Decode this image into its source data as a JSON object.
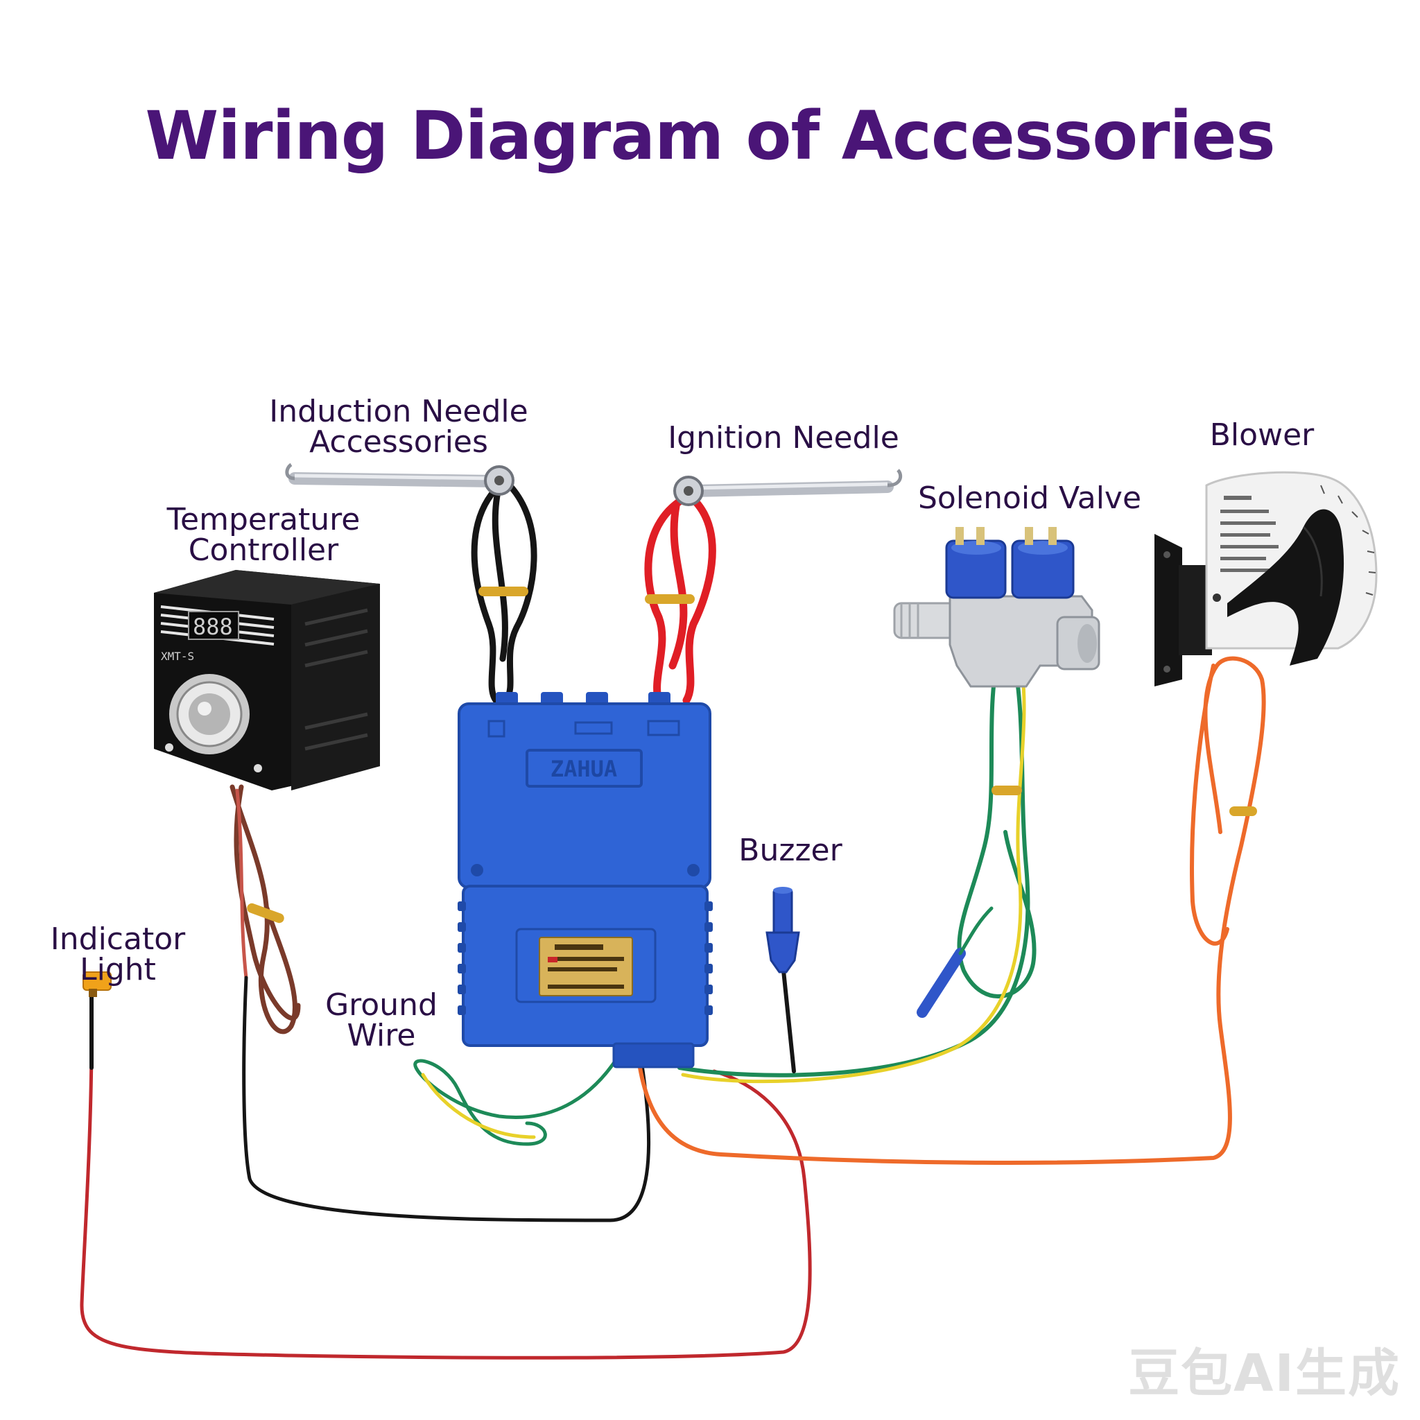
{
  "title": "Wiring Diagram of Accessories",
  "labels": {
    "induction_needle": [
      "Induction Needle",
      "Accessories"
    ],
    "ignition_needle": "Ignition Needle",
    "blower": "Blower",
    "temperature_controller": [
      "Temperature",
      "Controller"
    ],
    "solenoid_valve": "Solenoid Valve",
    "buzzer": "Buzzer",
    "indicator_light": "Indicator Light",
    "ground_wire": [
      "Ground",
      "Wire"
    ]
  },
  "watermark": "豆包AI生成",
  "colors": {
    "title": "#4a1577",
    "label": "#2a0f45",
    "controller_body": "#2f64d6",
    "wire_red": "#e01e25",
    "wire_black": "#151515",
    "wire_orange": "#ee6a2a",
    "wire_green": "#1d8a58",
    "wire_yellow": "#e8d12a",
    "valve_coil": "#2f56c9"
  },
  "icons": {
    "temperature_controller": "thermostat-controller-icon",
    "ignition_controller": "pulse-ignition-controller-icon",
    "solenoid_valve": "solenoid-valve-icon",
    "blower": "blower-fan-icon",
    "buzzer": "buzzer-icon",
    "indicator_light": "indicator-lamp-icon"
  }
}
